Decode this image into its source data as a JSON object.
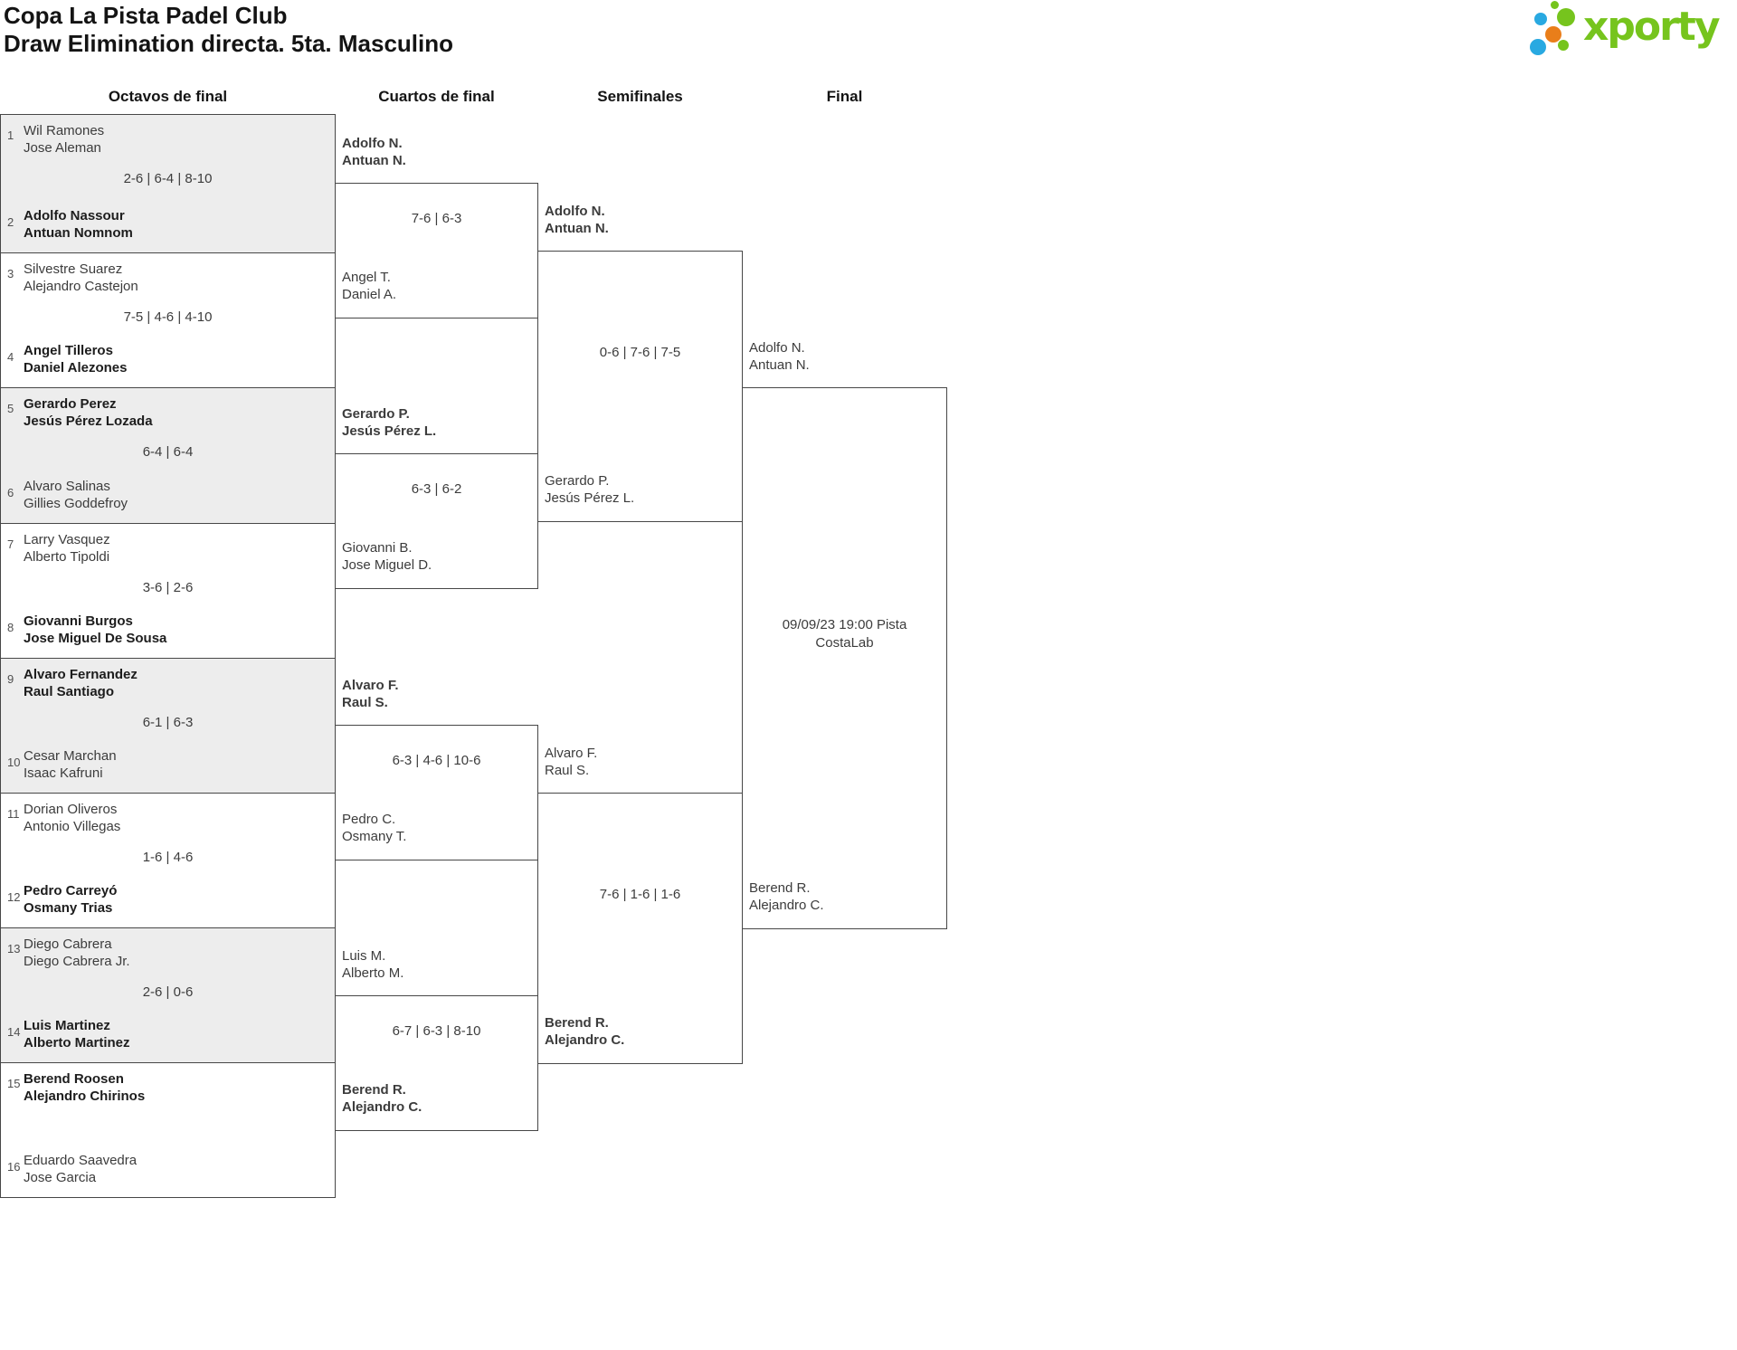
{
  "header": {
    "title_line1": "Copa La Pista Padel Club",
    "title_line2": "Draw Elimination directa. 5ta. Masculino"
  },
  "logo": {
    "brand": "xporty"
  },
  "colors": {
    "brand_green": "#76c41d",
    "brand_blue": "#29a9e1",
    "brand_orange": "#e97e1a",
    "match_box_fill": "#ededed",
    "bracket_border": "#474747"
  },
  "round_headers": {
    "octavos": "Octavos de final",
    "cuartos": "Cuartos de final",
    "semifinales": "Semifinales",
    "final": "Final"
  },
  "octavos": [
    {
      "seed_top": "1",
      "top1": "Wil Ramones",
      "top2": "Jose Aleman",
      "top_winner": false,
      "score": "2-6 | 6-4 | 8-10",
      "seed_bottom": "2",
      "bottom1": "Adolfo Nassour",
      "bottom2": "Antuan Nomnom",
      "bottom_winner": true
    },
    {
      "seed_top": "3",
      "top1": "Silvestre Suarez",
      "top2": "Alejandro Castejon",
      "top_winner": false,
      "score": "7-5 | 4-6 | 4-10",
      "seed_bottom": "4",
      "bottom1": "Angel Tilleros",
      "bottom2": "Daniel Alezones",
      "bottom_winner": true
    },
    {
      "seed_top": "5",
      "top1": "Gerardo Perez",
      "top2": "Jesús Pérez Lozada",
      "top_winner": true,
      "score": "6-4 | 6-4",
      "seed_bottom": "6",
      "bottom1": "Alvaro Salinas",
      "bottom2": "Gillies Goddefroy",
      "bottom_winner": false
    },
    {
      "seed_top": "7",
      "top1": "Larry Vasquez",
      "top2": "Alberto Tipoldi",
      "top_winner": false,
      "score": "3-6 | 2-6",
      "seed_bottom": "8",
      "bottom1": "Giovanni Burgos",
      "bottom2": "Jose Miguel De Sousa",
      "bottom_winner": true
    },
    {
      "seed_top": "9",
      "top1": "Alvaro Fernandez",
      "top2": "Raul Santiago",
      "top_winner": true,
      "score": "6-1 | 6-3",
      "seed_bottom": "10",
      "bottom1": "Cesar Marchan",
      "bottom2": "Isaac Kafruni",
      "bottom_winner": false
    },
    {
      "seed_top": "11",
      "top1": "Dorian Oliveros",
      "top2": "Antonio Villegas",
      "top_winner": false,
      "score": "1-6 | 4-6",
      "seed_bottom": "12",
      "bottom1": "Pedro Carreyó",
      "bottom2": "Osmany Trias",
      "bottom_winner": true
    },
    {
      "seed_top": "13",
      "top1": "Diego Cabrera",
      "top2": "Diego Cabrera Jr.",
      "top_winner": false,
      "score": "2-6 | 0-6",
      "seed_bottom": "14",
      "bottom1": "Luis Martinez",
      "bottom2": "Alberto Martinez",
      "bottom_winner": true
    },
    {
      "seed_top": "15",
      "top1": "Berend Roosen",
      "top2": "Alejandro Chirinos",
      "top_winner": true,
      "score": "",
      "seed_bottom": "16",
      "bottom1": "Eduardo Saavedra",
      "bottom2": "Jose Garcia",
      "bottom_winner": false
    }
  ],
  "cuartos": [
    {
      "top1": "Adolfo N.",
      "top2": "Antuan N.",
      "top_winner": true,
      "score": "7-6 | 6-3",
      "bottom1": "Angel T.",
      "bottom2": "Daniel A.",
      "bottom_winner": false
    },
    {
      "top1": "Gerardo P.",
      "top2": "Jesús Pérez L.",
      "top_winner": true,
      "score": "6-3 | 6-2",
      "bottom1": "Giovanni B.",
      "bottom2": "Jose Miguel D.",
      "bottom_winner": false
    },
    {
      "top1": "Alvaro F.",
      "top2": "Raul S.",
      "top_winner": true,
      "score": "6-3 | 4-6 | 10-6",
      "bottom1": "Pedro C.",
      "bottom2": "Osmany T.",
      "bottom_winner": false
    },
    {
      "top1": "Luis M.",
      "top2": "Alberto M.",
      "top_winner": false,
      "score": "6-7 | 6-3 | 8-10",
      "bottom1": "Berend R.",
      "bottom2": "Alejandro C.",
      "bottom_winner": true
    }
  ],
  "semifinales": [
    {
      "top1": "Adolfo N.",
      "top2": "Antuan N.",
      "top_winner": true,
      "score": "0-6 | 7-6 | 7-5",
      "bottom1": "Gerardo P.",
      "bottom2": "Jesús Pérez L.",
      "bottom_winner": false
    },
    {
      "top1": "Alvaro F.",
      "top2": "Raul S.",
      "top_winner": false,
      "score": "7-6 | 1-6 | 1-6",
      "bottom1": "Berend R.",
      "bottom2": "Alejandro C.",
      "bottom_winner": true
    }
  ],
  "final": {
    "top1": "Adolfo N.",
    "top2": "Antuan N.",
    "schedule": "09/09/23 19:00 Pista CostaLab",
    "bottom1": "Berend R.",
    "bottom2": "Alejandro C."
  }
}
